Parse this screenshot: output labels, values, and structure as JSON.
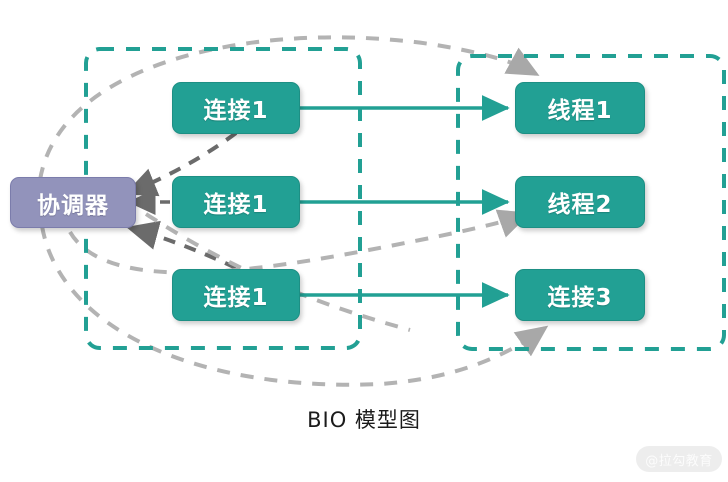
{
  "diagram": {
    "caption": "BIO 模型图",
    "watermark": "@拉勾教育",
    "colors": {
      "teal": "#22a094",
      "purple": "#9293bb",
      "dashed_container": "#22a094",
      "dashed_flow": "#b3b3b3",
      "dark_flow": "#6b6b6b",
      "background": "#ffffff",
      "caption_text": "#1b1b1b",
      "watermark_pill": "#ededed"
    },
    "coordinator": {
      "label": "协调器"
    },
    "containers": [
      {
        "name": "connections-group"
      },
      {
        "name": "threads-group"
      }
    ],
    "connections": [
      {
        "label": "连接1"
      },
      {
        "label": "连接1"
      },
      {
        "label": "连接1"
      }
    ],
    "threads": [
      {
        "label": "线程1"
      },
      {
        "label": "线程2"
      },
      {
        "label": "连接3"
      }
    ],
    "edges": {
      "solid_count": 3,
      "dashed_count": 6
    }
  }
}
